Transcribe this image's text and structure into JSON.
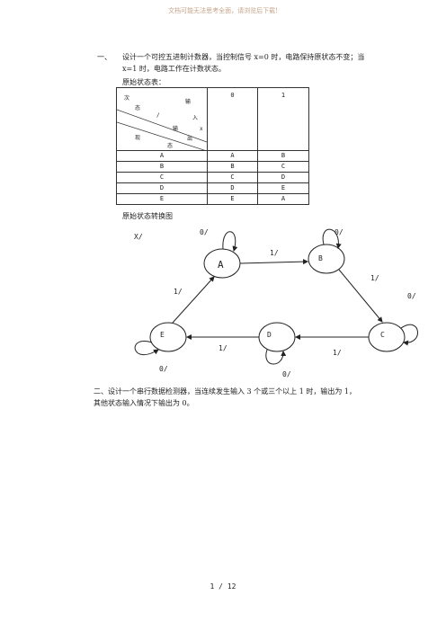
{
  "watermark": "文档可能无法思考全面，请浏览后下载!",
  "problem1": {
    "number": "一、",
    "line1": "设计一个可控五进制计数器，当控制信号 x=0 时，电路保持原状态不变；当",
    "line2": "x=1 时，电路工作在计数状态。"
  },
  "state_table": {
    "caption": "原始状态表：",
    "header_diag": {
      "top_left_1": "次",
      "top_left_2": "态",
      "slash": "/",
      "right_1": "输",
      "right_2": "入",
      "right_x": "x",
      "mid_1": "输",
      "mid_2": "出",
      "bottom_1": "现",
      "bottom_2": "态"
    },
    "columns": [
      "0",
      "1"
    ],
    "rows": [
      {
        "state": "A",
        "x0": "A",
        "x1": "B"
      },
      {
        "state": "B",
        "x0": "B",
        "x1": "C"
      },
      {
        "state": "C",
        "x0": "C",
        "x1": "D"
      },
      {
        "state": "D",
        "x0": "D",
        "x1": "E"
      },
      {
        "state": "E",
        "x0": "E",
        "x1": "A"
      }
    ]
  },
  "diagram": {
    "caption": "原始状态转换图",
    "legend": "X/",
    "states": {
      "A": "A",
      "B": "B",
      "C": "C",
      "D": "D",
      "E": "E"
    },
    "labels": {
      "a_self": "0/",
      "a_to_b": "1/",
      "b_self": "0/",
      "b_to_c": "1/",
      "c_self": "0/",
      "c_to_d": "1/",
      "d_to_e": "1/",
      "d_self": "0/",
      "e_self": "0/",
      "e_to_a": "1/"
    }
  },
  "problem2": {
    "line1": "二、设计一个串行数据检测器，当连续发生输入 3 个或三个以上 1 时，输出为 1，",
    "line2": "其他状态输入情况下输出为 0。"
  },
  "page_number": "1 / 12"
}
